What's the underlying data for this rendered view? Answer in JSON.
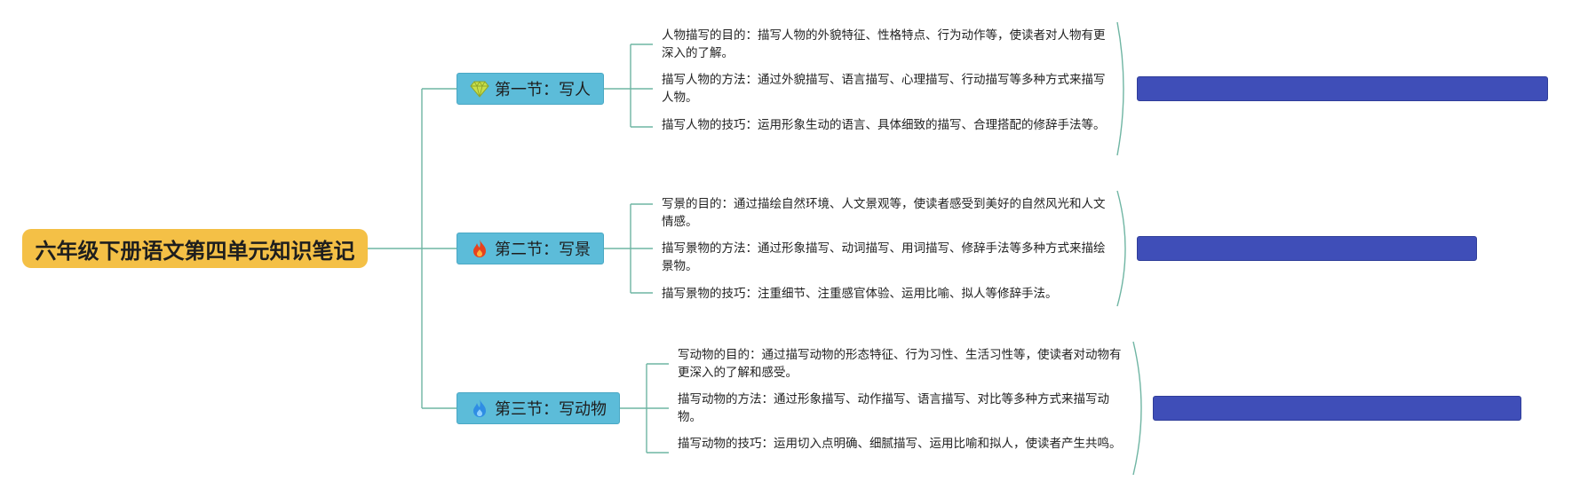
{
  "root": {
    "title": "六年级下册语文第四单元知识笔记"
  },
  "sections": [
    {
      "label": "第一节：写人",
      "icon": "gem-icon",
      "icon_color": "#b9d437",
      "items": [
        "人物描写的目的：描写人物的外貌特征、性格特点、行为动作等，使读者对人物有更深入的了解。",
        "描写人物的方法：通过外貌描写、语言描写、心理描写、行动描写等多种方式来描写人物。",
        "描写人物的技巧：运用形象生动的语言、具体细致的描写、合理搭配的修辞手法等。"
      ]
    },
    {
      "label": "第二节：写景",
      "icon": "flame-icon",
      "icon_color": "#e8421c",
      "items": [
        "写景的目的：通过描绘自然环境、人文景观等，使读者感受到美好的自然风光和人文情感。",
        "描写景物的方法：通过形象描写、动词描写、用词描写、修辞手法等多种方式来描绘景物。",
        "描写景物的技巧：注重细节、注重感官体验、运用比喻、拟人等修辞手法。"
      ]
    },
    {
      "label": "第三节：写动物",
      "icon": "flame-icon",
      "icon_color": "#2f8de4",
      "items": [
        "写动物的目的：通过描写动物的形态特征、行为习性、生活习性等，使读者对动物有更深入的了解和感受。",
        "描写动物的方法：通过形象描写、动作描写、语言描写、对比等多种方式来描写动物。",
        "描写动物的技巧：运用切入点明确、细腻描写、运用比喻和拟人，使读者产生共鸣。"
      ]
    }
  ],
  "colors": {
    "connector": "#6fb5a3",
    "root_fill": "#f4c046",
    "section_fill": "#5cbcd9",
    "summary_fill": "#3f4eb8"
  }
}
